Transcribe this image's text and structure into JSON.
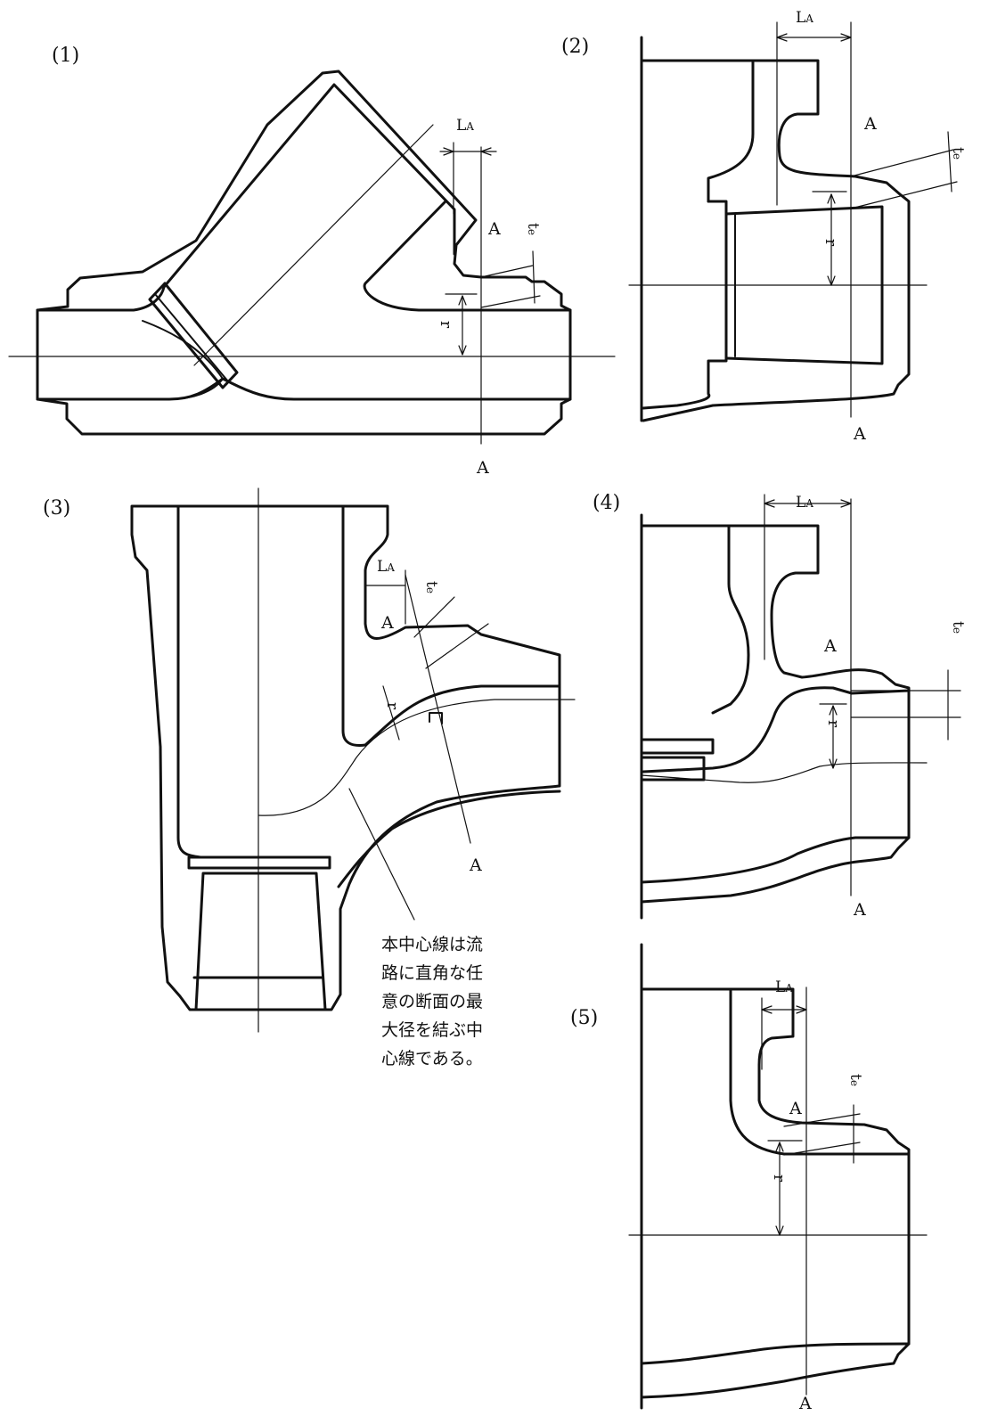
{
  "figures": [
    {
      "id": "1",
      "label": "(1)"
    },
    {
      "id": "2",
      "label": "(2)"
    },
    {
      "id": "3",
      "label": "(3)"
    },
    {
      "id": "4",
      "label": "(4)"
    },
    {
      "id": "5",
      "label": "(5)"
    }
  ],
  "symbols": {
    "section_point": "A",
    "length": "L",
    "length_sub": "A",
    "thickness": "t",
    "thickness_sub": "e",
    "radius": "r"
  },
  "note_lines": [
    "本中心線は流",
    "路に直角な任",
    "意の断面の最",
    "大径を結ぶ中",
    "心線である。"
  ],
  "colors": {
    "line": "#111111",
    "background": "#ffffff"
  }
}
